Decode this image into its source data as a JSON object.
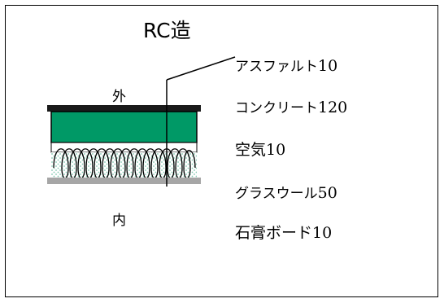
{
  "title": "RC造",
  "labels": {
    "outside": "外",
    "inside": "内"
  },
  "layers": [
    {
      "name": "アスファルト",
      "thickness": "10"
    },
    {
      "name": "コンクリート",
      "thickness": "120"
    },
    {
      "name": "空気",
      "thickness": "10"
    },
    {
      "name": "グラスウール",
      "thickness": "50"
    },
    {
      "name": "石膏ボード",
      "thickness": "10"
    }
  ],
  "colors": {
    "asphalt": "#1a1a1a",
    "concrete": "#009966",
    "air": "#ffffff",
    "glass_wool_fill": "#b8ddd0",
    "gypsum": "#a6a6a6",
    "line": "#000000"
  }
}
